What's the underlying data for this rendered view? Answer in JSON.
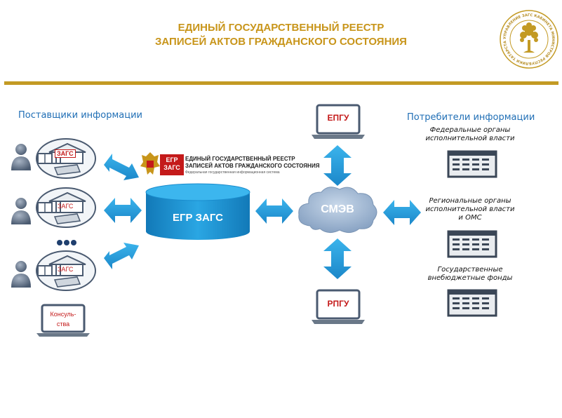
{
  "header": {
    "title_line1": "ЕДИНЫЙ ГОСУДАРСТВЕННЫЙ РЕЕСТР",
    "title_line2": "ЗАПИСЕЙ АКТОВ ГРАЖДАНСКОГО СОСТОЯНИЯ",
    "seal_text": "УПРАВЛЕНИЕ ЗАГС КАБИНЕТА МИНИСТРОВ РЕСПУБЛИКИ ТАТАРСТАН"
  },
  "left": {
    "section_title": "Поставщики информации",
    "zags_label_1": "ЗАГС",
    "zags_label_2": "ЗАГС",
    "zags_label_3": "ЗАГС",
    "consulate_line1": "Консуль-",
    "consulate_line2": "ства"
  },
  "center": {
    "logo_abbr_1": "ЕГР",
    "logo_abbr_2": "ЗАГС",
    "logo_line1": "ЕДИНЫЙ ГОСУДАРСТВЕННЫЙ РЕЕСТР",
    "logo_line2": "ЗАПИСЕЙ АКТОВ ГРАЖДАНСКОГО СОСТОЯНИЯ",
    "logo_subline": "Федеральная государственная информационная система",
    "database_label": "ЕГР ЗАГС",
    "smev_label": "СМЭВ",
    "epgu_label": "ЕПГУ",
    "rpgu_label": "РПГУ"
  },
  "right": {
    "section_title": "Потребители информации",
    "consumer_1_line1": "Федеральные органы",
    "consumer_1_line2": "исполнительной власти",
    "consumer_2_line1": "Региональные органы",
    "consumer_2_line2": "исполнительной власти",
    "consumer_2_line3": "и ОМС",
    "consumer_3_line1": "Государственные",
    "consumer_3_line2": "внебюджетные фонды"
  },
  "colors": {
    "gold": "#c8951a",
    "blue": "#1f9ad6",
    "dark_blue": "#1f6eb5",
    "red": "#c41a1a"
  }
}
